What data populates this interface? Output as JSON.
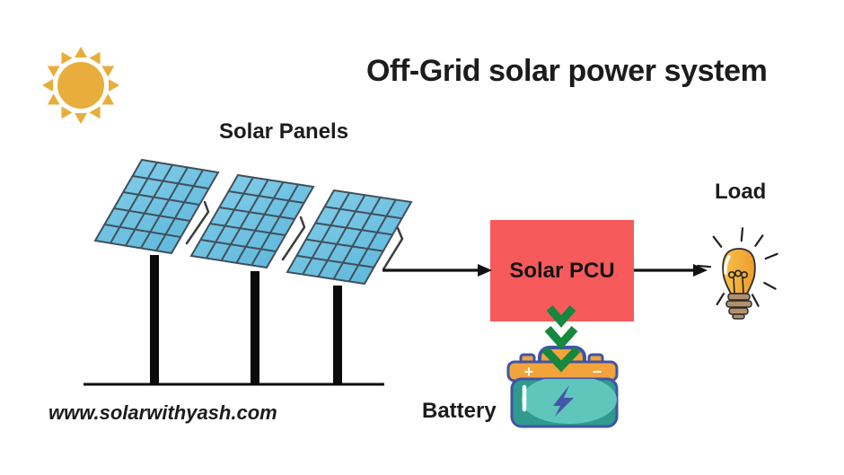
{
  "title": "Off-Grid solar power system",
  "watermark": "www.solarwithyash.com",
  "labels": {
    "solar_panels": "Solar Panels",
    "solar_pcu": "Solar PCU",
    "load": "Load",
    "battery": "Battery"
  },
  "battery_icon": {
    "plus_terminal": "+",
    "minus_terminal": "−"
  },
  "icons": [
    "sun-icon",
    "solar-panel-icon",
    "wire-connector-icon",
    "green-down-arrow-icon",
    "battery-icon",
    "light-bulb-icon"
  ],
  "colors": {
    "background": "#FFFFFF",
    "text": "#1C1C1C",
    "sun": "#E8AD3C",
    "panel_fill": "#72C2E2",
    "panel_grid": "#41505A",
    "post_and_ground": "#0B0B0B",
    "arrow": "#111111",
    "pcu_box": "#F65A5A",
    "green_arrow": "#17873D",
    "battery_outline": "#4054A6",
    "battery_body": "#2F9B8E",
    "battery_body_light": "#5EC6BA",
    "battery_top": "#F2A33C",
    "battery_bolt": "#4456A8",
    "bulb_yellow": "#F5B33C",
    "bulb_orange": "#EE9C2B",
    "bulb_base": "#B3906B"
  }
}
